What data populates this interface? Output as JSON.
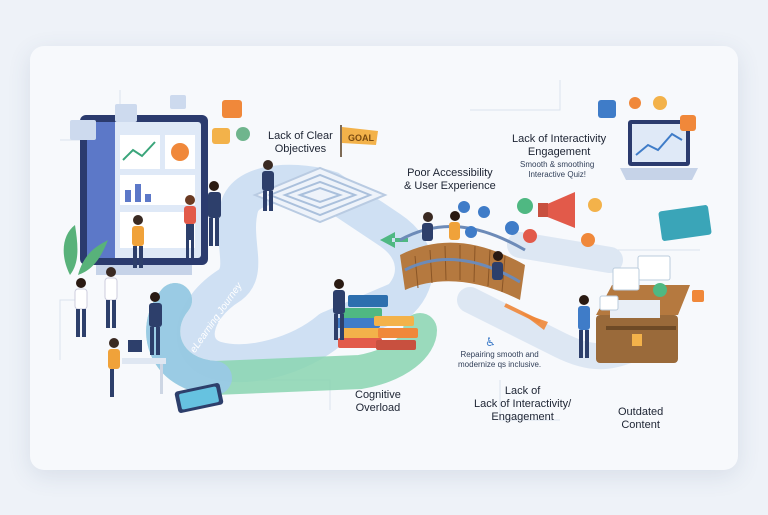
{
  "labels": {
    "clear_objectives": [
      "Lack of Clear",
      "Objectives"
    ],
    "goal_flag": "GOAL",
    "accessibility": [
      "Poor Accessibility",
      "& User Experience"
    ],
    "interactivity_top": [
      "Lack of Interactivity",
      "Engagement"
    ],
    "interactivity_top_sub": [
      "Smooth & smoothing",
      "Interactive Quiz!"
    ],
    "journey_path": "eLearning Journey",
    "cognitive": [
      "Cognitive",
      "Overload"
    ],
    "repairing_note": [
      "Repairing smooth and",
      "modernize qs inclusive."
    ],
    "interactivity_bottom": [
      "Lack of",
      "Lack of Interactivity/",
      "Engagement"
    ],
    "outdated": [
      "Outdated",
      "Content"
    ]
  },
  "colors": {
    "background": "#eef2f8",
    "path_blue": "#9cc3ea",
    "path_green": "#7fd3a8",
    "accent_orange": "#f0883a",
    "navy": "#2d3f6b",
    "bridge_wood": "#b5793f"
  },
  "icons": [
    "monitor-icon",
    "maze-icon",
    "goal-flag-icon",
    "books-icon",
    "bridge-icon",
    "megaphone-icon",
    "laptop-chart-icon",
    "treasure-chest-icon",
    "wheelchair-icon",
    "arrow-icon"
  ]
}
